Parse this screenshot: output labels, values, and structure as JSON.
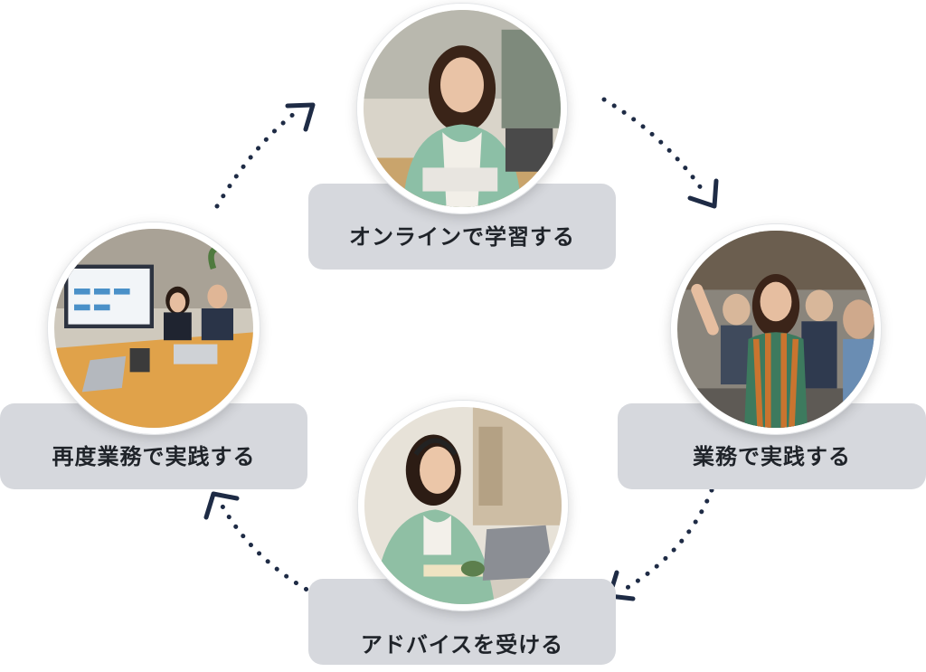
{
  "colors": {
    "arrow": "#1e2b45",
    "label_bg": "#d6d8dd",
    "label_text": "#1f2329"
  },
  "steps": [
    {
      "label": "オンラインで学習する",
      "photo": "woman-studying-at-laptop"
    },
    {
      "label": "業務で実践する",
      "photo": "woman-raising-hand-in-seminar"
    },
    {
      "label": "アドバイスを受ける",
      "photo": "woman-with-headset-online-call"
    },
    {
      "label": "再度業務で実践する",
      "photo": "team-meeting-with-presentation-screen"
    }
  ]
}
